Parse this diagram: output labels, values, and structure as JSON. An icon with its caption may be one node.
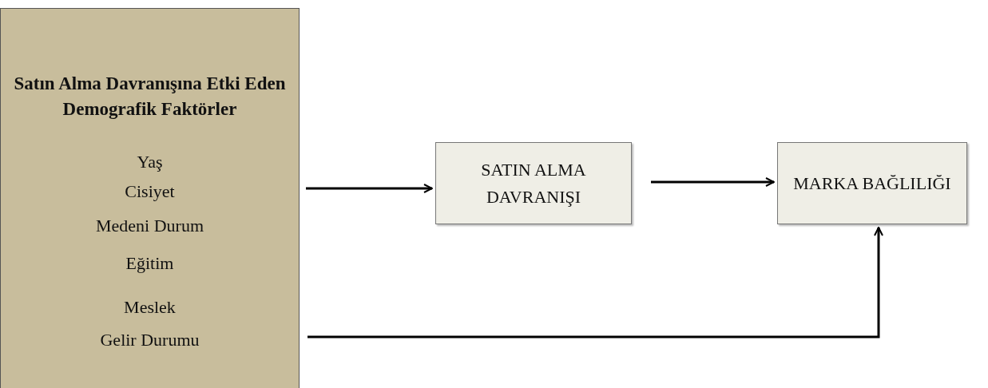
{
  "diagram": {
    "nodes": [
      {
        "text": [
          "Satın Alma Davranışına Etki Eden Demografik Faktörler",
          "Yaş",
          "Cisiyet",
          "Medeni Durum",
          "Eğitim",
          "Meslek",
          "Gelir Durumu"
        ]
      },
      {
        "text": [
          "SATIN ALMA DAVRANIŞI"
        ]
      },
      {
        "text": [
          "MARKA BAĞLILIĞI"
        ]
      }
    ],
    "edges": [
      {
        "from": 0,
        "to": 1,
        "arrow": "to"
      },
      {
        "from": 1,
        "to": 2,
        "arrow": "to"
      },
      {
        "from": 0,
        "to": 2,
        "arrow": "to"
      }
    ]
  }
}
